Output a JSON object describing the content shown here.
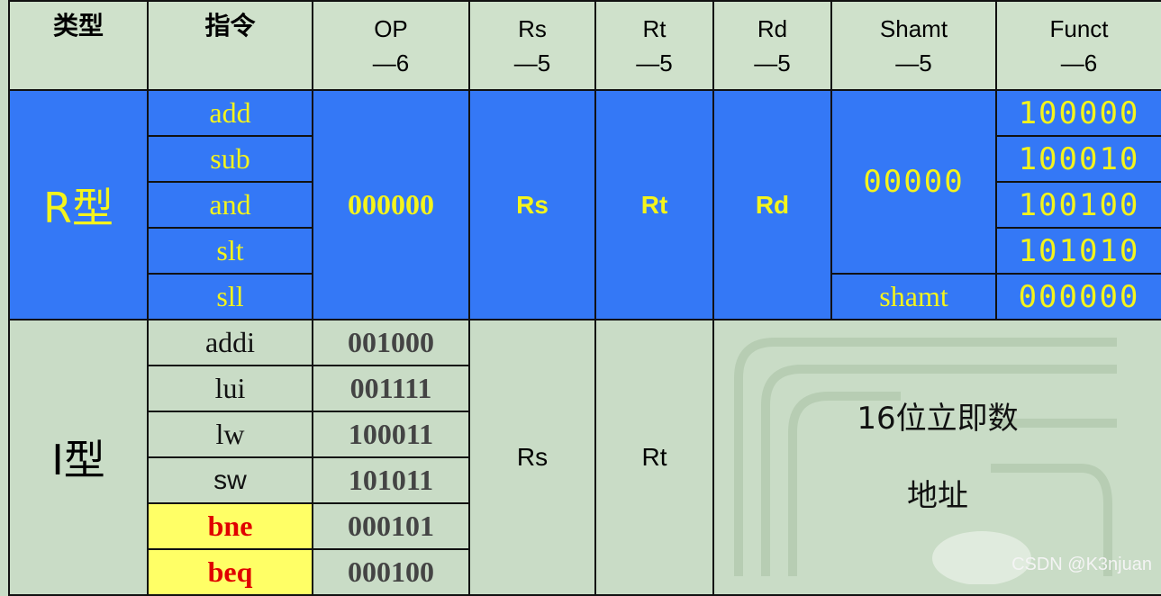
{
  "header": {
    "type": "类型",
    "instr": "指令",
    "op": "OP",
    "op_bits": "—6",
    "rs": "Rs",
    "rs_bits": "—5",
    "rt": "Rt",
    "rt_bits": "—5",
    "rd": "Rd",
    "rd_bits": "—5",
    "shamt": "Shamt",
    "shamt_bits": "—5",
    "funct": "Funct",
    "funct_bits": "—6"
  },
  "r_type": {
    "label": "R型",
    "op": "000000",
    "rs": "Rs",
    "rt": "Rt",
    "rd": "Rd",
    "shamt": "00000",
    "instructions": [
      {
        "name": "add",
        "funct": "100000"
      },
      {
        "name": "sub",
        "funct": "100010"
      },
      {
        "name": "and",
        "funct": "100100"
      },
      {
        "name": "slt",
        "funct": "101010"
      },
      {
        "name": "sll",
        "funct": "000000",
        "shamt": "shamt"
      }
    ]
  },
  "i_type": {
    "label": "I型",
    "rs": "Rs",
    "rt": "Rt",
    "imm_line1": "16位立即数",
    "imm_line2": "地址",
    "instructions": [
      {
        "name": "addi",
        "op": "001000"
      },
      {
        "name": "lui",
        "op": "001111"
      },
      {
        "name": "lw",
        "op": "100011"
      },
      {
        "name": "sw",
        "op": "101011"
      },
      {
        "name": "bne",
        "op": "000101"
      },
      {
        "name": "beq",
        "op": "000100"
      }
    ]
  },
  "watermark": "CSDN @K3njuan",
  "colors": {
    "r_bg": "#3478f6",
    "highlight_yellow": "#ffff66",
    "text_yellow": "#f4f41c",
    "red": "#e00000"
  }
}
